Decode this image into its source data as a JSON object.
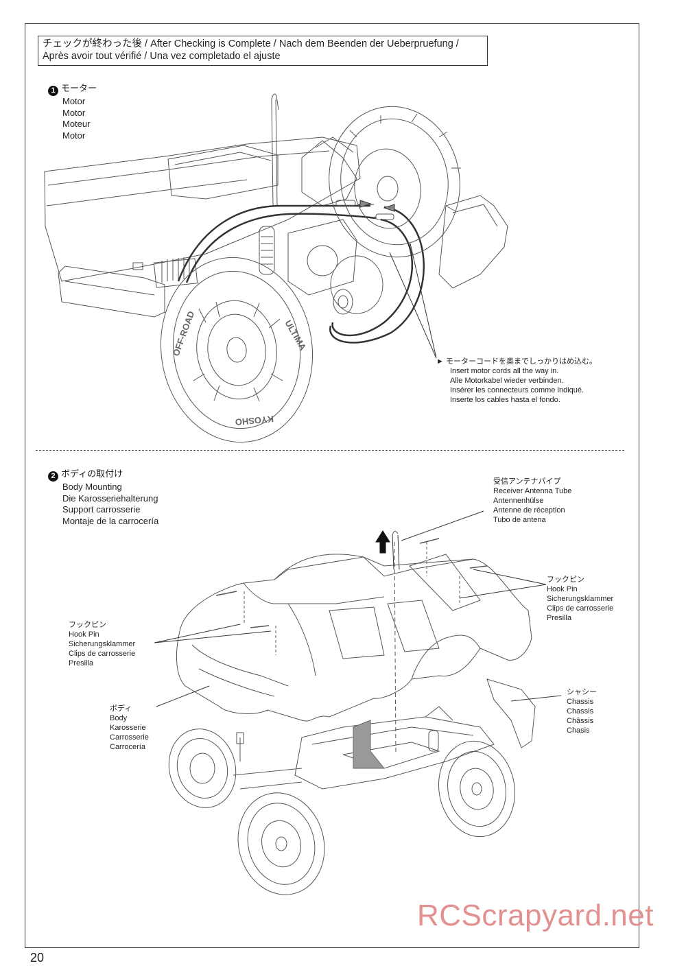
{
  "header": {
    "line1": "チェックが終わった後 /  After Checking is Complete / Nach dem Beenden der Ueberpruefung /",
    "line2": "Après avoir tout vérifié  / Una vez completado el ajuste"
  },
  "step1": {
    "number": "1",
    "title": "モーター",
    "lines": [
      "Motor",
      "Motor",
      "Moteur",
      "Motor"
    ],
    "callout": {
      "arrow": "►",
      "lines": [
        "モーターコードを奥までしっかりはめ込む。",
        "Insert motor cords all the way in.",
        "Alle Motorkabel wieder verbinden.",
        "Insérer les connecteurs comme indiqué.",
        "Inserte los cables hasta el fondo."
      ]
    }
  },
  "step2": {
    "number": "2",
    "title": "ボディの取付け",
    "lines": [
      "Body Mounting",
      "Die Karosseriehalterung",
      "Support carrosserie",
      "Montaje de la carrocería"
    ],
    "antenna": [
      "受信アンテナパイプ",
      "Receiver Antenna Tube",
      "Antennenhülse",
      "Antenne de réception",
      "Tubo de antena"
    ],
    "hook_pin_right": [
      "フックピン",
      "Hook Pin",
      "Sicherungsklammer",
      "Clips de carrosserie",
      "Presilla"
    ],
    "hook_pin_left": [
      "フックピン",
      "Hook Pin",
      "Sicherungsklammer",
      "Clips de carrosserie",
      "Presilla"
    ],
    "body": [
      "ボディ",
      "Body",
      "Karosserie",
      "Carrosserie",
      "Carrocería"
    ],
    "chassis": [
      "シャシー",
      "Chassis",
      "Chassis",
      "Châssis",
      "Chasis"
    ]
  },
  "page_number": "20",
  "watermark": "RCScrapyard.net"
}
